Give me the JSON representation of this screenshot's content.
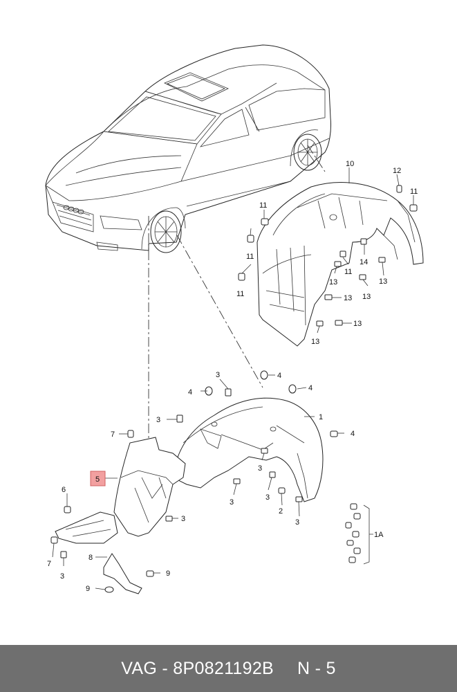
{
  "footer": {
    "brand": "VAG",
    "separator": "-",
    "part_number": "8P0821192B",
    "page_ref": "N - 5"
  },
  "callouts": {
    "c10": "10",
    "c12": "12",
    "c11a": "11",
    "c11b": "11",
    "c11c": "11",
    "c11d": "11",
    "c11e": "11",
    "c14": "14",
    "c13a": "13",
    "c13b": "13",
    "c13c": "13",
    "c13d": "13",
    "c13e": "13",
    "c13f": "13",
    "c4a": "4",
    "c4b": "4",
    "c4c": "4",
    "c4d": "4",
    "c3a": "3",
    "c3b": "3",
    "c3c": "3",
    "c3d": "3",
    "c3e": "3",
    "c3f": "3",
    "c3g": "3",
    "c3h": "3",
    "c1": "1",
    "c2": "2",
    "c5": "5",
    "c6": "6",
    "c7a": "7",
    "c7b": "7",
    "c8": "8",
    "c9a": "9",
    "c9b": "9",
    "c1A": "1A"
  },
  "colors": {
    "highlight_fill": "#f2a0a0",
    "highlight_border": "#d06060",
    "footer_bg": "#6f6f6f"
  }
}
